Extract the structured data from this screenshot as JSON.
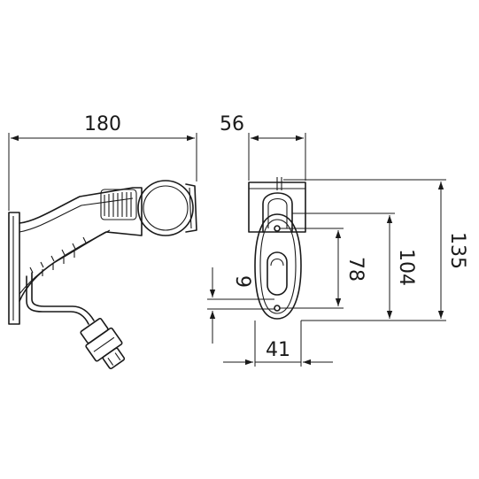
{
  "dimensions": {
    "side_width": "180",
    "front_width": "56",
    "base_width": "41",
    "hole_offset": "9",
    "hole_spacing": "78",
    "body_height": "104",
    "total_height": "135"
  },
  "colors": {
    "line": "#1a1a1a",
    "background": "#ffffff"
  }
}
